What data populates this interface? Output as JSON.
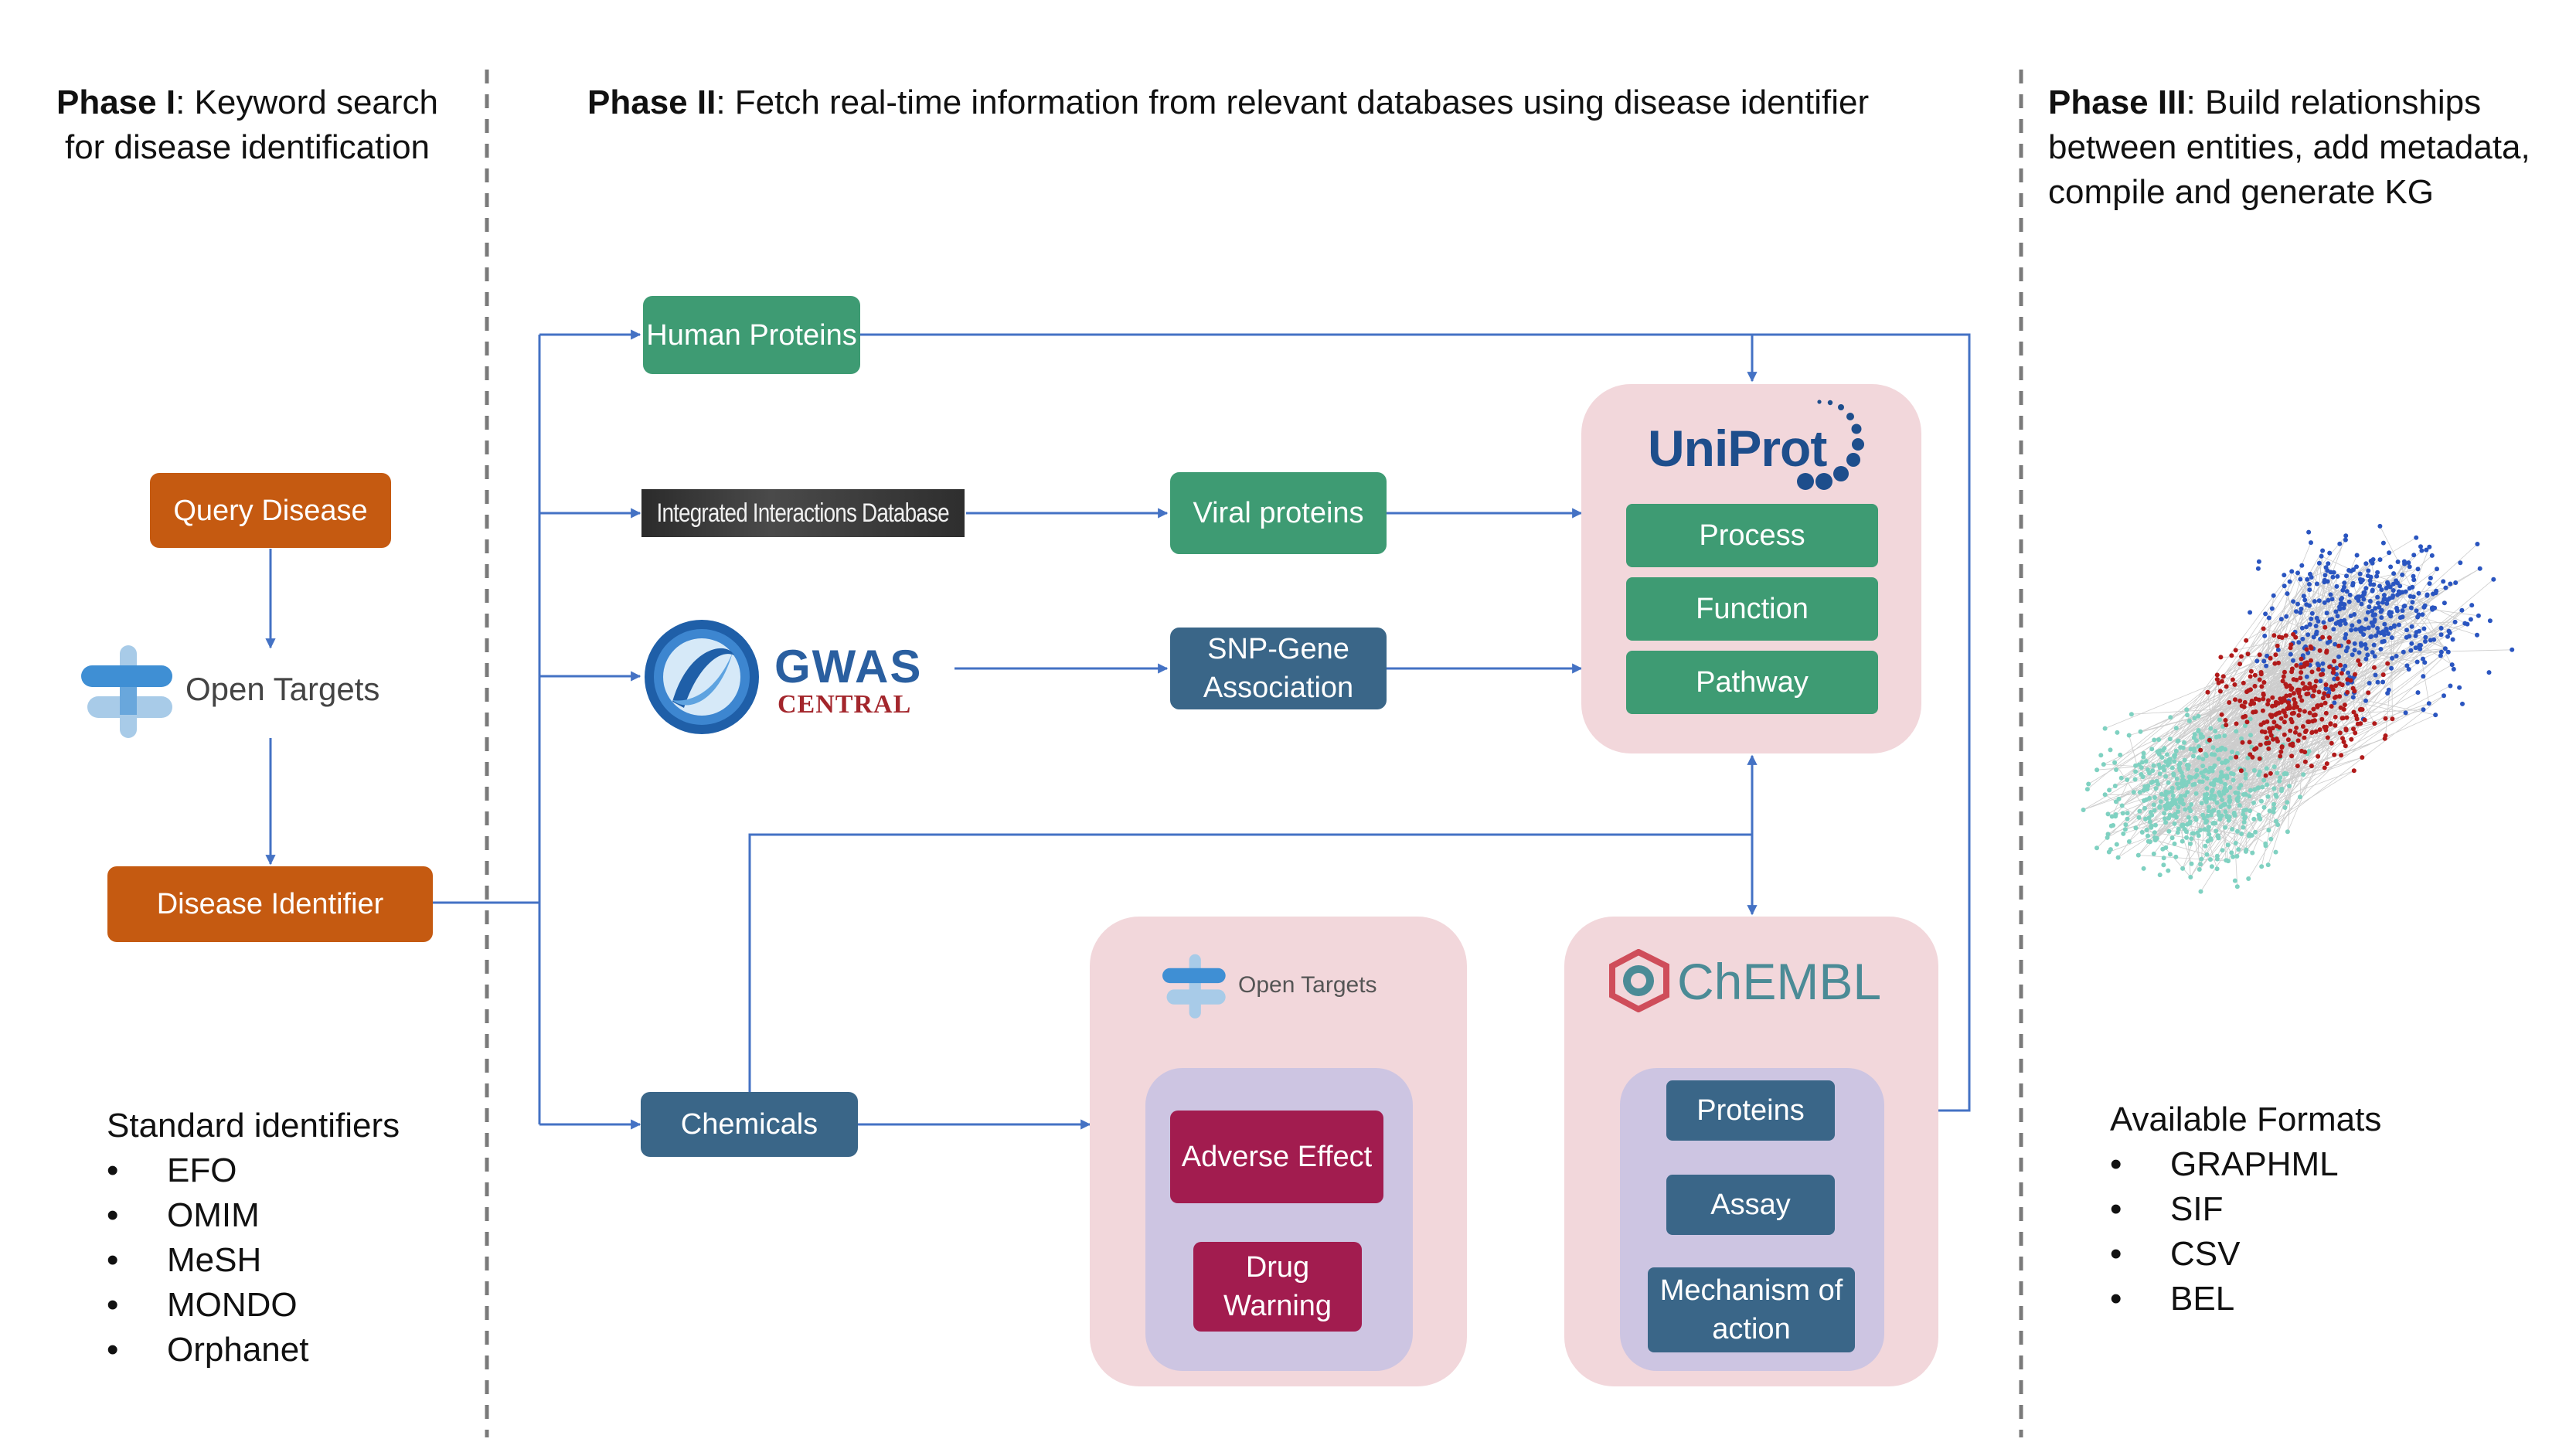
{
  "phases": {
    "phase1": {
      "bold": "Phase I",
      "text": ": Keyword search for disease identification"
    },
    "phase2": {
      "bold": "Phase II",
      "text": ": Fetch real-time information from relevant databases using disease identifier"
    },
    "phase3": {
      "bold": "Phase III",
      "text": ": Build relationships between entities, add metadata, compile and generate KG"
    }
  },
  "left": {
    "query_disease": "Query Disease",
    "open_targets_logo": "Open Targets",
    "disease_identifier": "Disease Identifier",
    "identifiers_title": "Standard identifiers",
    "identifiers": [
      "EFO",
      "OMIM",
      "MeSH",
      "MONDO",
      "Orphanet"
    ]
  },
  "sources": {
    "human_proteins": "Human Proteins",
    "iid_logo": "Integrated Interactions Database",
    "viral_proteins": "Viral proteins",
    "gwas_logo_line1": "GWAS",
    "gwas_logo_line2": "CENTRAL",
    "snp_gene": "SNP-Gene Association",
    "chemicals": "Chemicals"
  },
  "uniprot": {
    "logo": "UniProt",
    "items": [
      "Process",
      "Function",
      "Pathway"
    ]
  },
  "opentargets_panel": {
    "logo": "Open Targets",
    "items": [
      "Adverse Effect",
      "Drug Warning"
    ]
  },
  "chembl": {
    "logo": "ChEMBL",
    "items": [
      "Proteins",
      "Assay",
      "Mechanism of action"
    ]
  },
  "right": {
    "formats_title": "Available Formats",
    "formats": [
      "GRAPHML",
      "SIF",
      "CSV",
      "BEL"
    ]
  },
  "colors": {
    "orange": "#c55a11",
    "green": "#3e9b73",
    "navy": "#3a6688",
    "maroon": "#a21c4f",
    "panel_pink": "#f2d7db",
    "panel_lavender": "#cdc5e2",
    "connector": "#4472c4"
  }
}
